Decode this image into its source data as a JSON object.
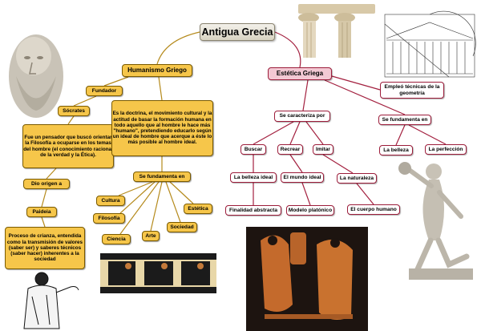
{
  "root": "Antigua Grecia",
  "humanismo": {
    "title": "Humanismo Griego",
    "fundador_label": "Fundador",
    "socrates": "Sócrates",
    "socrates_desc": "Fue un pensador que buscó orientar la Filosofía a ocuparse en los temas del hombre (el conocimiento racional de la verdad y la Ética).",
    "dio_origen": "Dio origen a",
    "paideia": "Paideia",
    "paideia_desc": "Proceso de crianza, entendida como la transmisión de valores (saber ser) y saberes técnicos (saber hacer) inherentes a la sociedad",
    "doctrina": "Es la doctrina, el movimiento cultural y la actitud de basar la formación humana en todo aquello que al hombre le hace más \"humano\", pretendiendo educarlo según un ideal de hombre que acerque a éste lo más posible al hombre ideal.",
    "se_fundamenta": "Se fundamenta en",
    "bases": [
      "Cultura",
      "Filosofía",
      "Ciencia",
      "Arte",
      "Sociedad",
      "Estética"
    ]
  },
  "estetica": {
    "title": "Estética Griega",
    "empleo": "Empleó técnicas de la geometría",
    "se_caracteriza": "Se caracteriza por",
    "caracteristicas": [
      {
        "verb": "Buscar",
        "object": "La belleza ideal",
        "result": "Finalidad abstracta"
      },
      {
        "verb": "Recrear",
        "object": "El mundo ideal",
        "result": "Modelo platónico"
      },
      {
        "verb": "Imitar",
        "object": "La naturaleza",
        "result": "El cuerpo humano"
      }
    ],
    "se_fundamenta": "Se fundamenta en",
    "fundamentos": [
      "La belleza",
      "La perfección"
    ]
  }
}
